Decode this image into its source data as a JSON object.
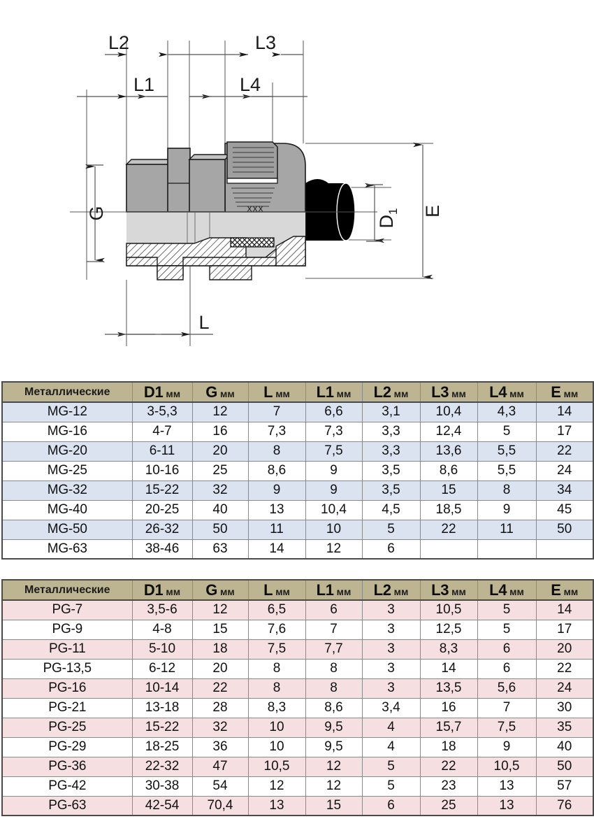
{
  "drawing": {
    "labels": {
      "l2": "L2",
      "l3": "L3",
      "l1": "L1",
      "l4": "L4",
      "g": "G",
      "d1_base": "D",
      "d1_sub": "1",
      "e": "E",
      "l": "L"
    },
    "colors": {
      "body_gray": "#a6a6a6",
      "body_light": "#d8d8d8",
      "cable_black": "#000000",
      "line": "#1a1a1a",
      "dim_line": "#555555"
    }
  },
  "tables": [
    {
      "id": "mg",
      "accent": "#dbe3f1",
      "header": {
        "name": "Металлические",
        "columns": [
          {
            "main": "D1",
            "unit": "мм"
          },
          {
            "main": "G",
            "unit": "мм"
          },
          {
            "main": "L",
            "unit": "мм"
          },
          {
            "main": "L1",
            "unit": "мм"
          },
          {
            "main": "L2",
            "unit": "мм"
          },
          {
            "main": "L3",
            "unit": "мм"
          },
          {
            "main": "L4",
            "unit": "мм"
          },
          {
            "main": "E",
            "unit": "мм"
          }
        ]
      },
      "rows": [
        {
          "name": "MG-12",
          "d1": "3-5,3",
          "g": "12",
          "l": "7",
          "l1": "6,6",
          "l2": "3,1",
          "l3": "10,4",
          "l4": "4,3",
          "e": "14"
        },
        {
          "name": "MG-16",
          "d1": "4-7",
          "g": "16",
          "l": "7,3",
          "l1": "7,3",
          "l2": "3,3",
          "l3": "12,4",
          "l4": "5",
          "e": "17"
        },
        {
          "name": "MG-20",
          "d1": "6-11",
          "g": "20",
          "l": "8",
          "l1": "7,5",
          "l2": "3,3",
          "l3": "13,6",
          "l4": "5,5",
          "e": "22"
        },
        {
          "name": "MG-25",
          "d1": "10-16",
          "g": "25",
          "l": "8,6",
          "l1": "9",
          "l2": "3,5",
          "l3": "8,6",
          "l4": "5,5",
          "e": "24"
        },
        {
          "name": "MG-32",
          "d1": "15-22",
          "g": "32",
          "l": "9",
          "l1": "9",
          "l2": "3,5",
          "l3": "15",
          "l4": "8",
          "e": "34"
        },
        {
          "name": "MG-40",
          "d1": "20-25",
          "g": "40",
          "l": "13",
          "l1": "10,4",
          "l2": "4,5",
          "l3": "18,5",
          "l4": "9",
          "e": "45"
        },
        {
          "name": "MG-50",
          "d1": "26-32",
          "g": "50",
          "l": "11",
          "l1": "10",
          "l2": "5",
          "l3": "22",
          "l4": "11",
          "e": "50"
        },
        {
          "name": "MG-63",
          "d1": "38-46",
          "g": "63",
          "l": "14",
          "l1": "12",
          "l2": "6",
          "l3": "",
          "l4": "",
          "e": ""
        }
      ]
    },
    {
      "id": "pg",
      "accent": "#f5dfe0",
      "header": {
        "name": "Металлические",
        "columns": [
          {
            "main": "D1",
            "unit": "мм"
          },
          {
            "main": "G",
            "unit": "мм"
          },
          {
            "main": "L",
            "unit": "мм"
          },
          {
            "main": "L1",
            "unit": "мм"
          },
          {
            "main": "L2",
            "unit": "мм"
          },
          {
            "main": "L3",
            "unit": "мм"
          },
          {
            "main": "L4",
            "unit": "мм"
          },
          {
            "main": "E",
            "unit": "мм"
          }
        ]
      },
      "rows": [
        {
          "name": "PG-7",
          "d1": "3,5-6",
          "g": "12",
          "l": "6,5",
          "l1": "6",
          "l2": "3",
          "l3": "10,5",
          "l4": "5",
          "e": "14"
        },
        {
          "name": "PG-9",
          "d1": "4-8",
          "g": "15",
          "l": "7,6",
          "l1": "7",
          "l2": "3",
          "l3": "12,5",
          "l4": "5",
          "e": "17"
        },
        {
          "name": "PG-11",
          "d1": "5-10",
          "g": "18",
          "l": "7,5",
          "l1": "7,7",
          "l2": "3",
          "l3": "8,3",
          "l4": "6",
          "e": "20"
        },
        {
          "name": "PG-13,5",
          "d1": "6-12",
          "g": "20",
          "l": "8",
          "l1": "8",
          "l2": "3",
          "l3": "14",
          "l4": "6",
          "e": "22"
        },
        {
          "name": "PG-16",
          "d1": "10-14",
          "g": "22",
          "l": "8",
          "l1": "8",
          "l2": "3",
          "l3": "13,5",
          "l4": "5,6",
          "e": "24"
        },
        {
          "name": "PG-21",
          "d1": "13-18",
          "g": "28",
          "l": "8,3",
          "l1": "8,6",
          "l2": "3,4",
          "l3": "16",
          "l4": "7",
          "e": "30"
        },
        {
          "name": "PG-25",
          "d1": "15-22",
          "g": "32",
          "l": "10",
          "l1": "9,5",
          "l2": "4",
          "l3": "15,7",
          "l4": "7,5",
          "e": "35"
        },
        {
          "name": "PG-29",
          "d1": "18-25",
          "g": "36",
          "l": "10",
          "l1": "9,5",
          "l2": "4",
          "l3": "18",
          "l4": "9",
          "e": "40"
        },
        {
          "name": "PG-36",
          "d1": "22-32",
          "g": "47",
          "l": "10,5",
          "l1": "12",
          "l2": "5",
          "l3": "22",
          "l4": "10,5",
          "e": "50"
        },
        {
          "name": "PG-42",
          "d1": "30-38",
          "g": "54",
          "l": "12",
          "l1": "12",
          "l2": "5",
          "l3": "23",
          "l4": "13",
          "e": "57"
        },
        {
          "name": "PG-63",
          "d1": "42-54",
          "g": "70,4",
          "l": "13",
          "l1": "15",
          "l2": "6",
          "l3": "25",
          "l4": "13",
          "e": "76"
        }
      ]
    }
  ]
}
